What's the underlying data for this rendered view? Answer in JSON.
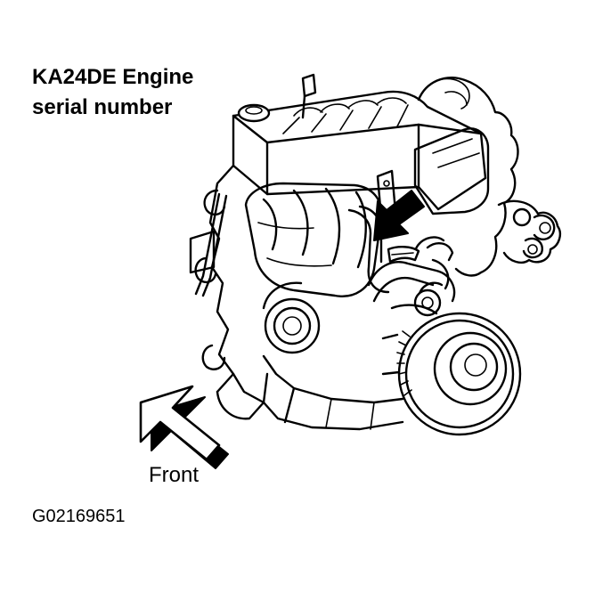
{
  "title": {
    "line1": "KA24DE Engine",
    "line2": "serial number"
  },
  "front_label": "Front",
  "figure_id": "G02169651",
  "icons": {
    "engine": "engine-line-drawing",
    "serial_pointer": "pointer-arrow-icon",
    "front_direction": "direction-arrow-icon"
  },
  "colors": {
    "ink": "#000000",
    "paper": "#ffffff"
  }
}
